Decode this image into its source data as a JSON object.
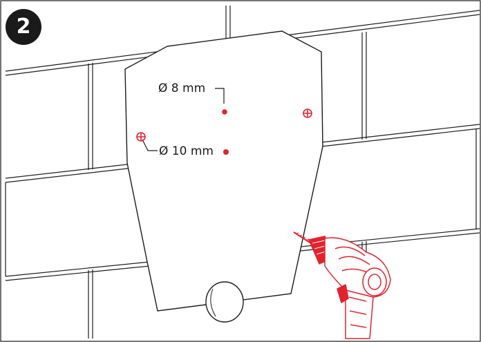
{
  "step": {
    "number": "2"
  },
  "labels": {
    "hole_small": "Ø 8 mm",
    "hole_large": "Ø 10 mm"
  },
  "colors": {
    "accent": "#e3222d",
    "line": "#1a1a1a",
    "badge_bg": "#1a1a1a"
  },
  "icons": {
    "drill": "drill-icon",
    "screw_marks": "crosshair-icon"
  }
}
